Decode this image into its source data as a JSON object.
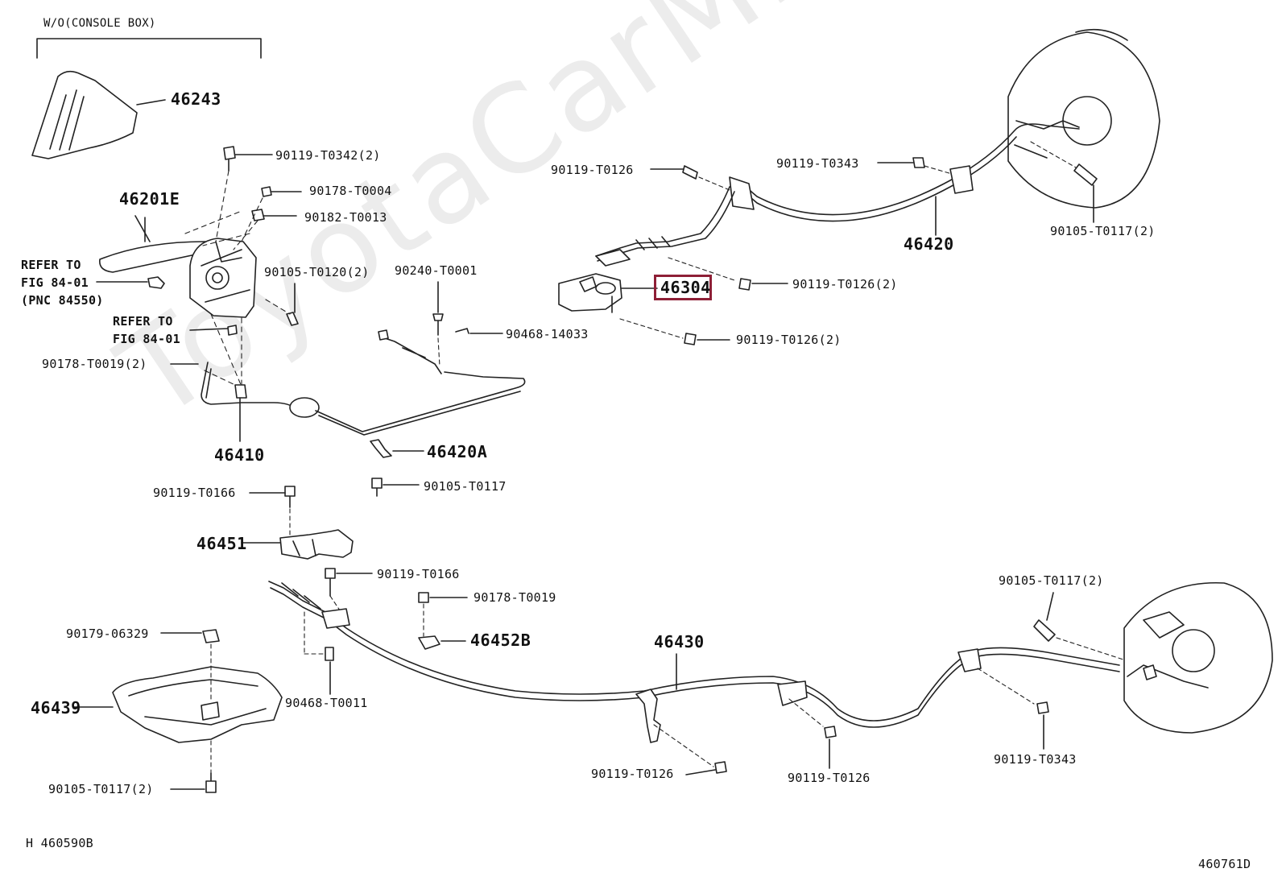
{
  "watermark": "ToyotaCarMine.ru",
  "colors": {
    "highlight": "#8e1f36",
    "line": "#222222",
    "watermark": "#ececec"
  },
  "group_label": "W/O(CONSOLE BOX)",
  "figure_codes": {
    "left": "H 460590B",
    "right": "460761D"
  },
  "refer_labels": {
    "refer1_line1": "REFER TO",
    "refer1_line2": "FIG 84-01",
    "refer1_line3": "(PNC 84550)",
    "refer2_line1": "REFER TO",
    "refer2_line2": "FIG 84-01"
  },
  "parts": {
    "p46243": "46243",
    "p46201E": "46201E",
    "p46410": "46410",
    "p46420A": "46420A",
    "p46451": "46451",
    "p46452B": "46452B",
    "p46439": "46439",
    "p46430": "46430",
    "p46420": "46420",
    "p46304": "46304"
  },
  "fasteners": {
    "f_t0342": "90119-T0342(2)",
    "f_t0004": "90178-T0004",
    "f_t0013": "90182-T0013",
    "f_t0120": "90105-T0120(2)",
    "f_t0001": "90240-T0001",
    "f_14033": "90468-14033",
    "f_t0019_2": "90178-T0019(2)",
    "f_t0117_mid": "90105-T0117",
    "f_t0166_a": "90119-T0166",
    "f_t0166_b": "90119-T0166",
    "f_t0019": "90178-T0019",
    "f_06329": "90179-06329",
    "f_t0011": "90468-T0011",
    "f_t0117_bl": "90105-T0117(2)",
    "f_t0126_top": "90119-T0126",
    "f_t0343_top": "90119-T0343",
    "f_t0117_tr": "90105-T0117(2)",
    "f_t0126_2a": "90119-T0126(2)",
    "f_t0126_2b": "90119-T0126(2)",
    "f_t0117_br": "90105-T0117(2)",
    "f_t0126_b1": "90119-T0126",
    "f_t0126_b2": "90119-T0126",
    "f_t0343_br": "90119-T0343"
  }
}
